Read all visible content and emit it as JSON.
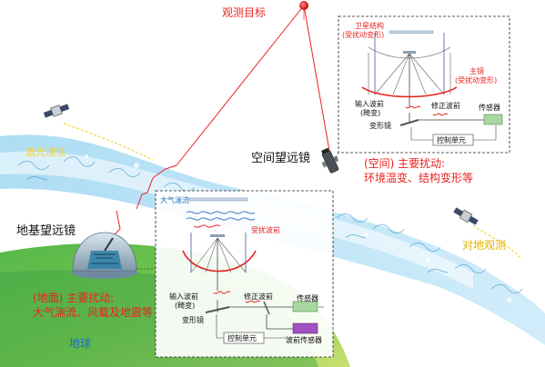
{
  "target": {
    "label": "观测目标"
  },
  "laser": {
    "label": "激光通信"
  },
  "ground": {
    "telescope_label": "地基望远镜",
    "disturbance_title": "(地面) 主要扰动:",
    "disturbance_items": "大气湍流、风载及地震等",
    "earth_label": "地球"
  },
  "space": {
    "telescope_label": "空间望远镜",
    "disturbance_title": "(空间) 主要扰动:",
    "disturbance_items": "环境温变、结构变形等"
  },
  "earth_obs": {
    "label": "对地观测"
  },
  "ground_box": {
    "turbulence": "大气湍流",
    "disturbed_wavefront": "受扰波前",
    "input_wavefront": "输入波前",
    "distortion": "(畸变)",
    "corrected_wavefront": "修正波前",
    "deformable_mirror": "变形镜",
    "sensor": "传感器",
    "wavefront_sensor": "波前传感器",
    "control_unit": "控制单元"
  },
  "space_box": {
    "satellite_structure": "卫星结构",
    "satellite_structure_note": "(受扰动变形)",
    "primary_mirror": "主镜",
    "primary_mirror_note": "(受扰动变形)",
    "input_wavefront": "输入波前",
    "distortion": "(畸变)",
    "corrected_wavefront": "修正波前",
    "deformable_mirror": "变形镜",
    "sensor": "传感器",
    "control_unit": "控制单元"
  },
  "colors": {
    "label_red": "#e8231f",
    "laser_yellow": "#f2d43a",
    "earth_green": "#3aa845",
    "sky_blue": "#3aa6d9",
    "sensor_green": "#a8d8a0",
    "wfs_purple": "#a050c0"
  }
}
